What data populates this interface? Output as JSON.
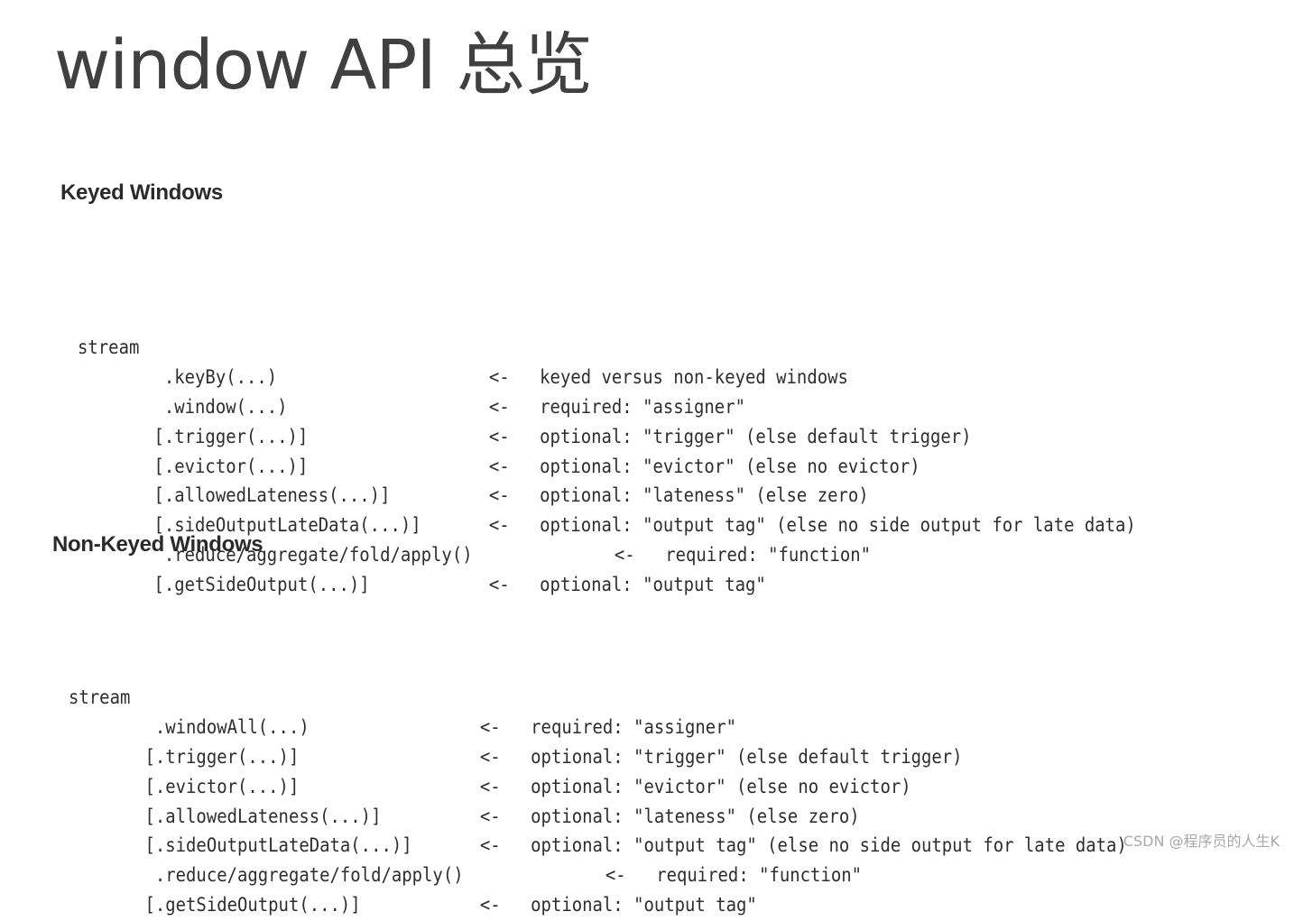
{
  "title": "window API 总览",
  "keyed": {
    "heading": "Keyed Windows",
    "root": "stream",
    "lines": [
      {
        "method": " .keyBy(...)",
        "arrow": "<-",
        "desc": "keyed versus non-keyed windows"
      },
      {
        "method": " .window(...)",
        "arrow": "<-",
        "desc": "required: \"assigner\""
      },
      {
        "method": "[.trigger(...)]",
        "arrow": "<-",
        "desc": "optional: \"trigger\" (else default trigger)"
      },
      {
        "method": "[.evictor(...)]",
        "arrow": "<-",
        "desc": "optional: \"evictor\" (else no evictor)"
      },
      {
        "method": "[.allowedLateness(...)]",
        "arrow": "<-",
        "desc": "optional: \"lateness\" (else zero)"
      },
      {
        "method": "[.sideOutputLateData(...)]",
        "arrow": "<-",
        "desc": "optional: \"output tag\" (else no side output for late data)"
      },
      {
        "method": " .reduce/aggregate/fold/apply()",
        "arrow": "<-",
        "desc": "required: \"function\""
      },
      {
        "method": "[.getSideOutput(...)]",
        "arrow": "<-",
        "desc": "optional: \"output tag\""
      }
    ]
  },
  "non_keyed": {
    "heading": "Non-Keyed Windows",
    "root": "stream",
    "lines": [
      {
        "method": " .windowAll(...)",
        "arrow": "<-",
        "desc": "required: \"assigner\""
      },
      {
        "method": "[.trigger(...)]",
        "arrow": "<-",
        "desc": "optional: \"trigger\" (else default trigger)"
      },
      {
        "method": "[.evictor(...)]",
        "arrow": "<-",
        "desc": "optional: \"evictor\" (else no evictor)"
      },
      {
        "method": "[.allowedLateness(...)]",
        "arrow": "<-",
        "desc": "optional: \"lateness\" (else zero)"
      },
      {
        "method": "[.sideOutputLateData(...)]",
        "arrow": "<-",
        "desc": "optional: \"output tag\" (else no side output for late data)"
      },
      {
        "method": " .reduce/aggregate/fold/apply()",
        "arrow": "<-",
        "desc": "required: \"function\""
      },
      {
        "method": "[.getSideOutput(...)]",
        "arrow": "<-",
        "desc": "optional: \"output tag\""
      }
    ]
  },
  "watermark": "CSDN @程序员的人生K"
}
